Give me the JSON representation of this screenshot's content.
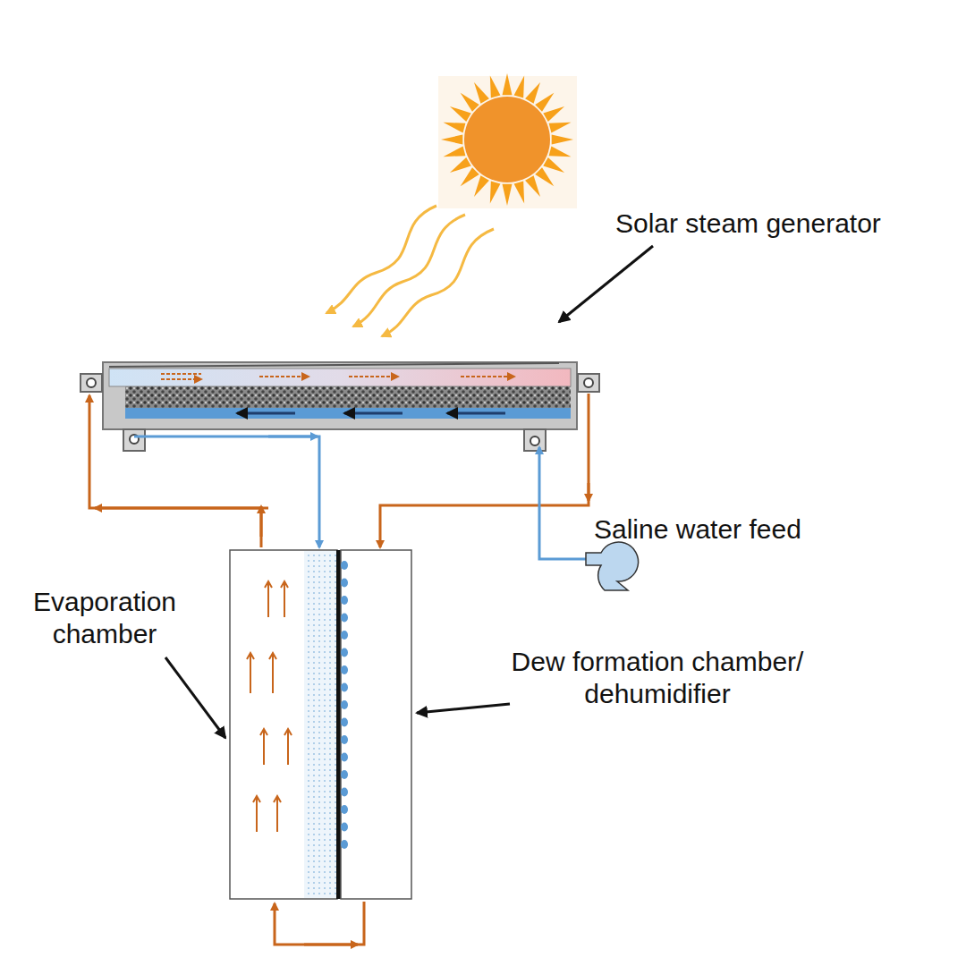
{
  "diagram": {
    "labels": [
      "Solar steam generator",
      "Saline water feed",
      "Evaporation chamber",
      "Dew formation chamber/ dehumidifier"
    ]
  }
}
